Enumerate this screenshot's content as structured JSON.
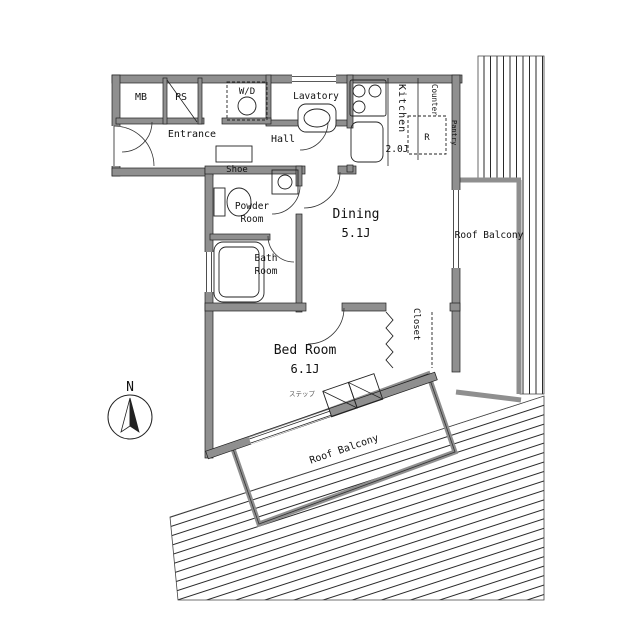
{
  "labels": {
    "mb": "MB",
    "ps": "PS",
    "wd": "W/D",
    "lavatory": "Lavatory",
    "kitchen": "Kitchen",
    "kitchen_size": "2.0J",
    "counter": "Counter",
    "refrigerator": "R",
    "pantry": "Pantry",
    "entrance": "Entrance",
    "shoe": "Shoe",
    "hall": "Hall",
    "powder_line1": "Powder",
    "powder_line2": "Room",
    "bath_line1": "Bath",
    "bath_line2": "Room",
    "dining": "Dining",
    "dining_size": "5.1J",
    "roof_balcony_right": "Roof Balcony",
    "closet": "Closet",
    "bedroom": "Bed Room",
    "bedroom_size": "6.1J",
    "roof_balcony_bottom": "Roof Balcony",
    "step_note": "ステップ",
    "north": "N"
  },
  "colors": {
    "wall": "#8f8f8f",
    "line": "#1e1e1e",
    "hatch": "#2a2a2a",
    "background": "#ffffff"
  }
}
